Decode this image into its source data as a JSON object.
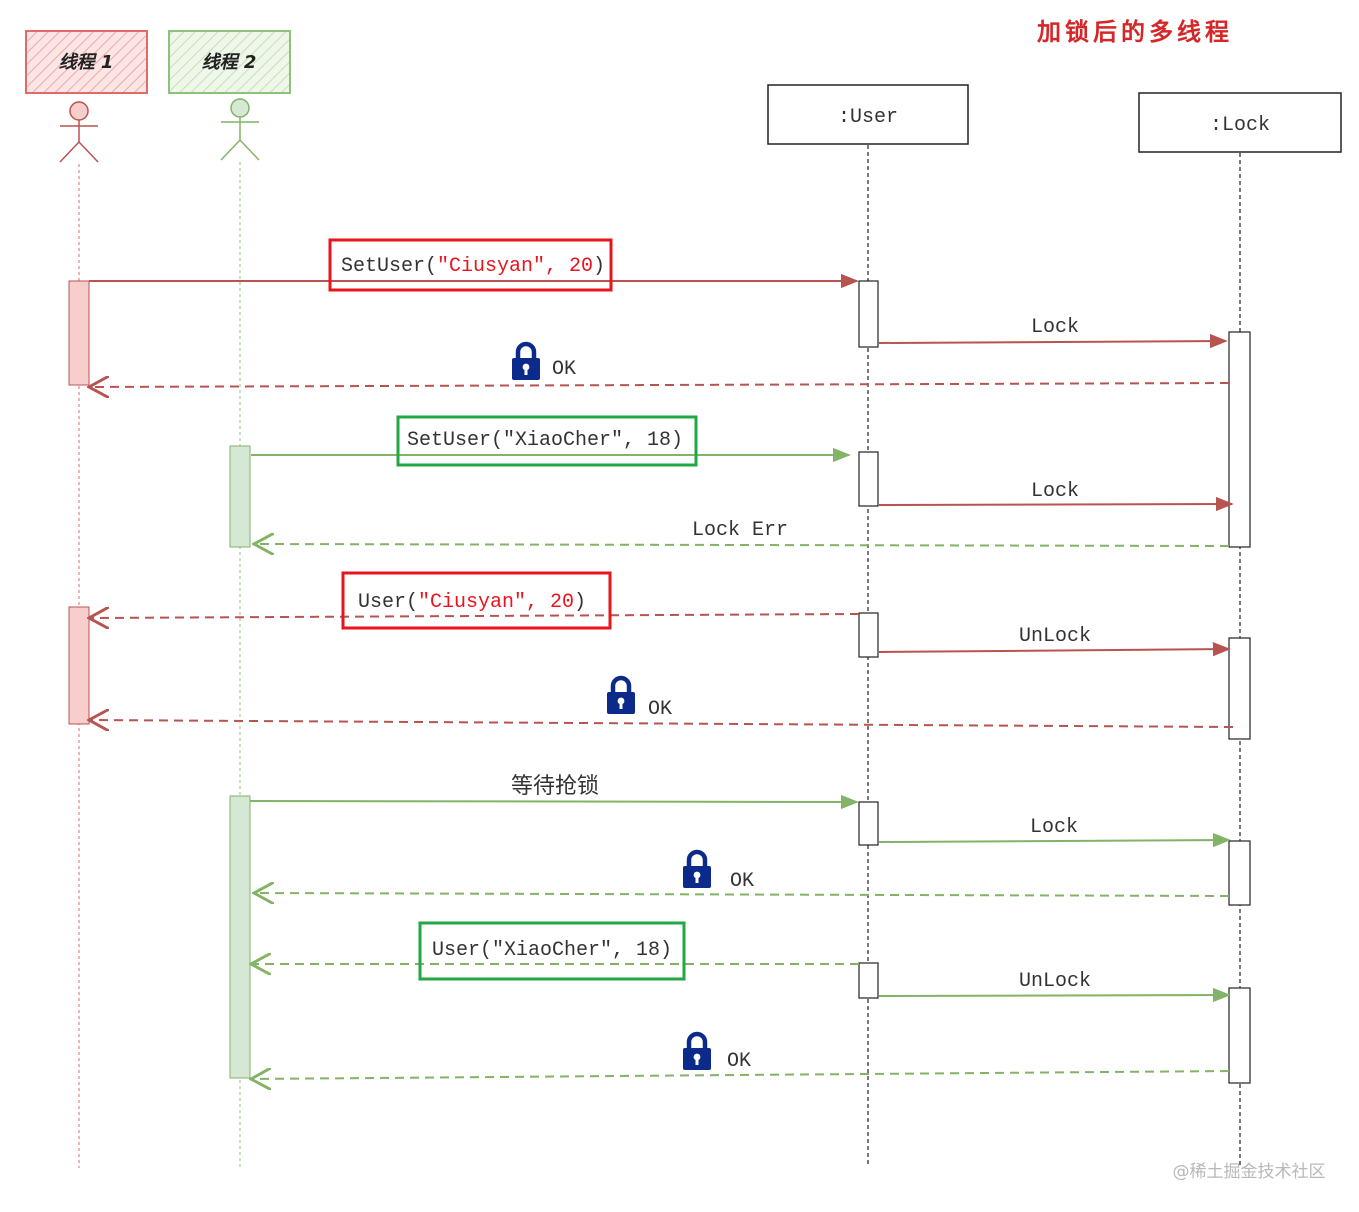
{
  "title": "加锁后的多线程",
  "watermark": "@稀土掘金技术社区",
  "colors": {
    "red_stroke": "#b85450",
    "red_fill": "#f8cecc",
    "green_stroke": "#82b366",
    "green_fill": "#d5e8d4",
    "highlight_red": "#e8141e",
    "highlight_green": "#22a744",
    "title_red": "#d62728",
    "lock_icon": "#0b2a8a",
    "text": "#333333"
  },
  "actors": [
    {
      "id": "thread1",
      "label": "线程 1",
      "color": "red"
    },
    {
      "id": "thread2",
      "label": "线程 2",
      "color": "green"
    }
  ],
  "objects": [
    {
      "id": "user",
      "label": ":User"
    },
    {
      "id": "lock",
      "label": ":Lock"
    }
  ],
  "messages": [
    {
      "id": "m1",
      "from": "thread1",
      "to": "user",
      "kind": "call",
      "color": "red",
      "parts": [
        {
          "text": "SetUser(",
          "accent": false
        },
        {
          "text": "\"Ciusyan\", 20",
          "accent": true
        },
        {
          "text": ")",
          "accent": false
        }
      ],
      "boxed": true,
      "box_color": "red"
    },
    {
      "id": "m2",
      "from": "user",
      "to": "lock",
      "kind": "call",
      "color": "red",
      "label": "Lock"
    },
    {
      "id": "m3",
      "from": "lock",
      "to": "thread1",
      "kind": "return",
      "color": "red",
      "label": "OK",
      "icon": "lock-icon"
    },
    {
      "id": "m4",
      "from": "thread2",
      "to": "user",
      "kind": "call",
      "color": "green",
      "parts": [
        {
          "text": "SetUser(\"XiaoCher\", 18)",
          "accent": false
        }
      ],
      "boxed": true,
      "box_color": "green"
    },
    {
      "id": "m5",
      "from": "user",
      "to": "lock",
      "kind": "call",
      "color": "red",
      "label": "Lock"
    },
    {
      "id": "m6",
      "from": "lock",
      "to": "thread2",
      "kind": "return",
      "color": "green",
      "label": "Lock Err"
    },
    {
      "id": "m7",
      "from": "user",
      "to": "thread1",
      "kind": "return",
      "color": "red",
      "parts": [
        {
          "text": "User(",
          "accent": false
        },
        {
          "text": "\"Ciusyan\", 20",
          "accent": true
        },
        {
          "text": ")",
          "accent": false
        }
      ],
      "boxed": true,
      "box_color": "red"
    },
    {
      "id": "m8",
      "from": "user",
      "to": "lock",
      "kind": "call",
      "color": "red",
      "label": "UnLock"
    },
    {
      "id": "m9",
      "from": "lock",
      "to": "thread1",
      "kind": "return",
      "color": "red",
      "label": "OK",
      "icon": "lock-icon"
    },
    {
      "id": "m10",
      "from": "thread2",
      "to": "user",
      "kind": "call",
      "color": "green",
      "label": "等待抢锁"
    },
    {
      "id": "m11",
      "from": "user",
      "to": "lock",
      "kind": "call",
      "color": "green",
      "label": "Lock"
    },
    {
      "id": "m12",
      "from": "lock",
      "to": "thread2",
      "kind": "return",
      "color": "green",
      "label": "OK",
      "icon": "lock-icon"
    },
    {
      "id": "m13",
      "from": "user",
      "to": "thread2",
      "kind": "return",
      "color": "green",
      "parts": [
        {
          "text": "User(\"XiaoCher\", 18)",
          "accent": false
        }
      ],
      "boxed": true,
      "box_color": "green"
    },
    {
      "id": "m14",
      "from": "user",
      "to": "lock",
      "kind": "call",
      "color": "green",
      "label": "UnLock"
    },
    {
      "id": "m15",
      "from": "lock",
      "to": "thread2",
      "kind": "return",
      "color": "green",
      "label": "OK",
      "icon": "lock-icon"
    }
  ]
}
